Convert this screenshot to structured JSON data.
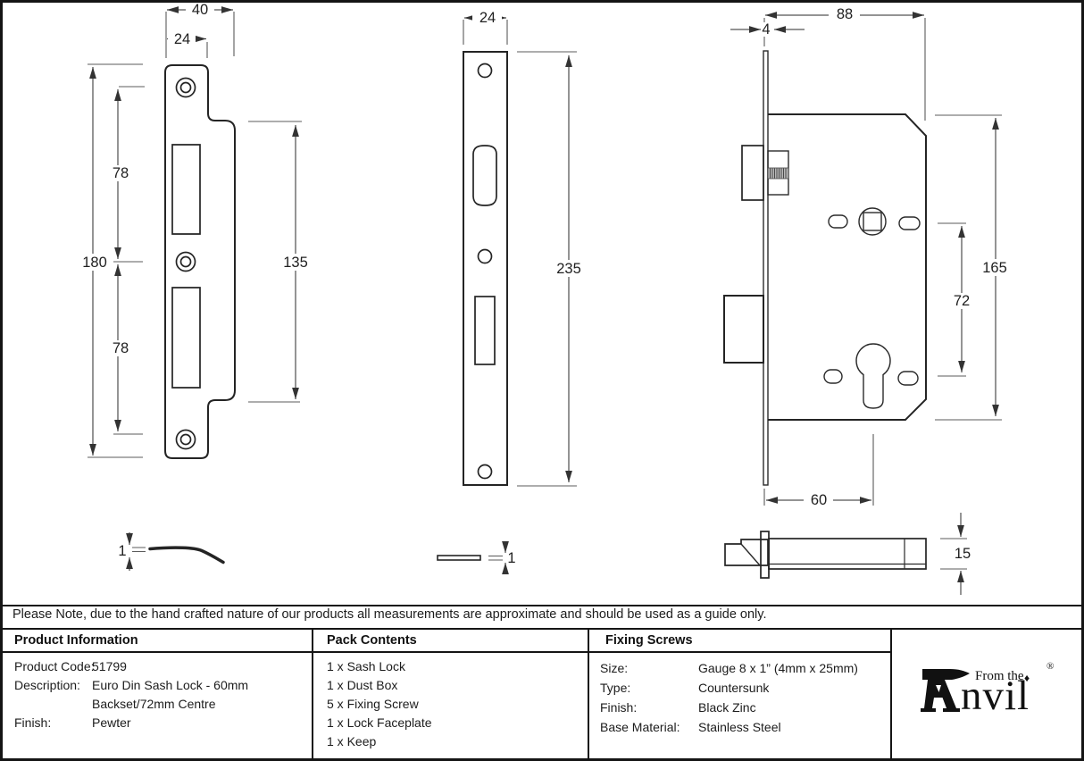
{
  "note": {
    "text": "Please Note, due to the hand crafted nature of our products all measurements are approximate and should be used as a guide only."
  },
  "dimensions": {
    "keep": {
      "overall_width": "40",
      "slot_width": "24",
      "overall_height": "180",
      "top_hole_spacing": "78",
      "bottom_hole_spacing": "78",
      "wide_section_height": "135",
      "thickness": "1"
    },
    "faceplate": {
      "width": "24",
      "height": "235",
      "thickness": "1"
    },
    "lock": {
      "overall_depth": "88",
      "faceplate_thickness": "4",
      "overall_height": "165",
      "centres": "72",
      "backset": "60",
      "case_width": "15"
    }
  },
  "table": {
    "product_information": {
      "header": "Product Information",
      "rows": [
        {
          "label": "Product Code:",
          "value": "51799"
        },
        {
          "label": "Description:",
          "value": "Euro Din Sash Lock - 60mm"
        },
        {
          "label": "",
          "value": "Backset/72mm Centre"
        },
        {
          "label": "Finish:",
          "value": "Pewter"
        }
      ]
    },
    "pack_contents": {
      "header": "Pack Contents",
      "items": [
        "1 x Sash Lock",
        "1 x Dust Box",
        "5 x Fixing Screw",
        "1 x Lock Faceplate",
        "1 x Keep"
      ]
    },
    "fixing_screws": {
      "header": "Fixing Screws",
      "rows": [
        {
          "label": "Size:",
          "value": "Gauge 8 x 1” (4mm x 25mm)"
        },
        {
          "label": "Type:",
          "value": "Countersunk"
        },
        {
          "label": "Finish:",
          "value": "Black Zinc"
        },
        {
          "label": "Base Material:",
          "value": "Stainless Steel"
        }
      ]
    }
  },
  "logo": {
    "tagline": "From the",
    "wordmark_suffix": "nvil",
    "separator": "♦",
    "registered": "®"
  }
}
